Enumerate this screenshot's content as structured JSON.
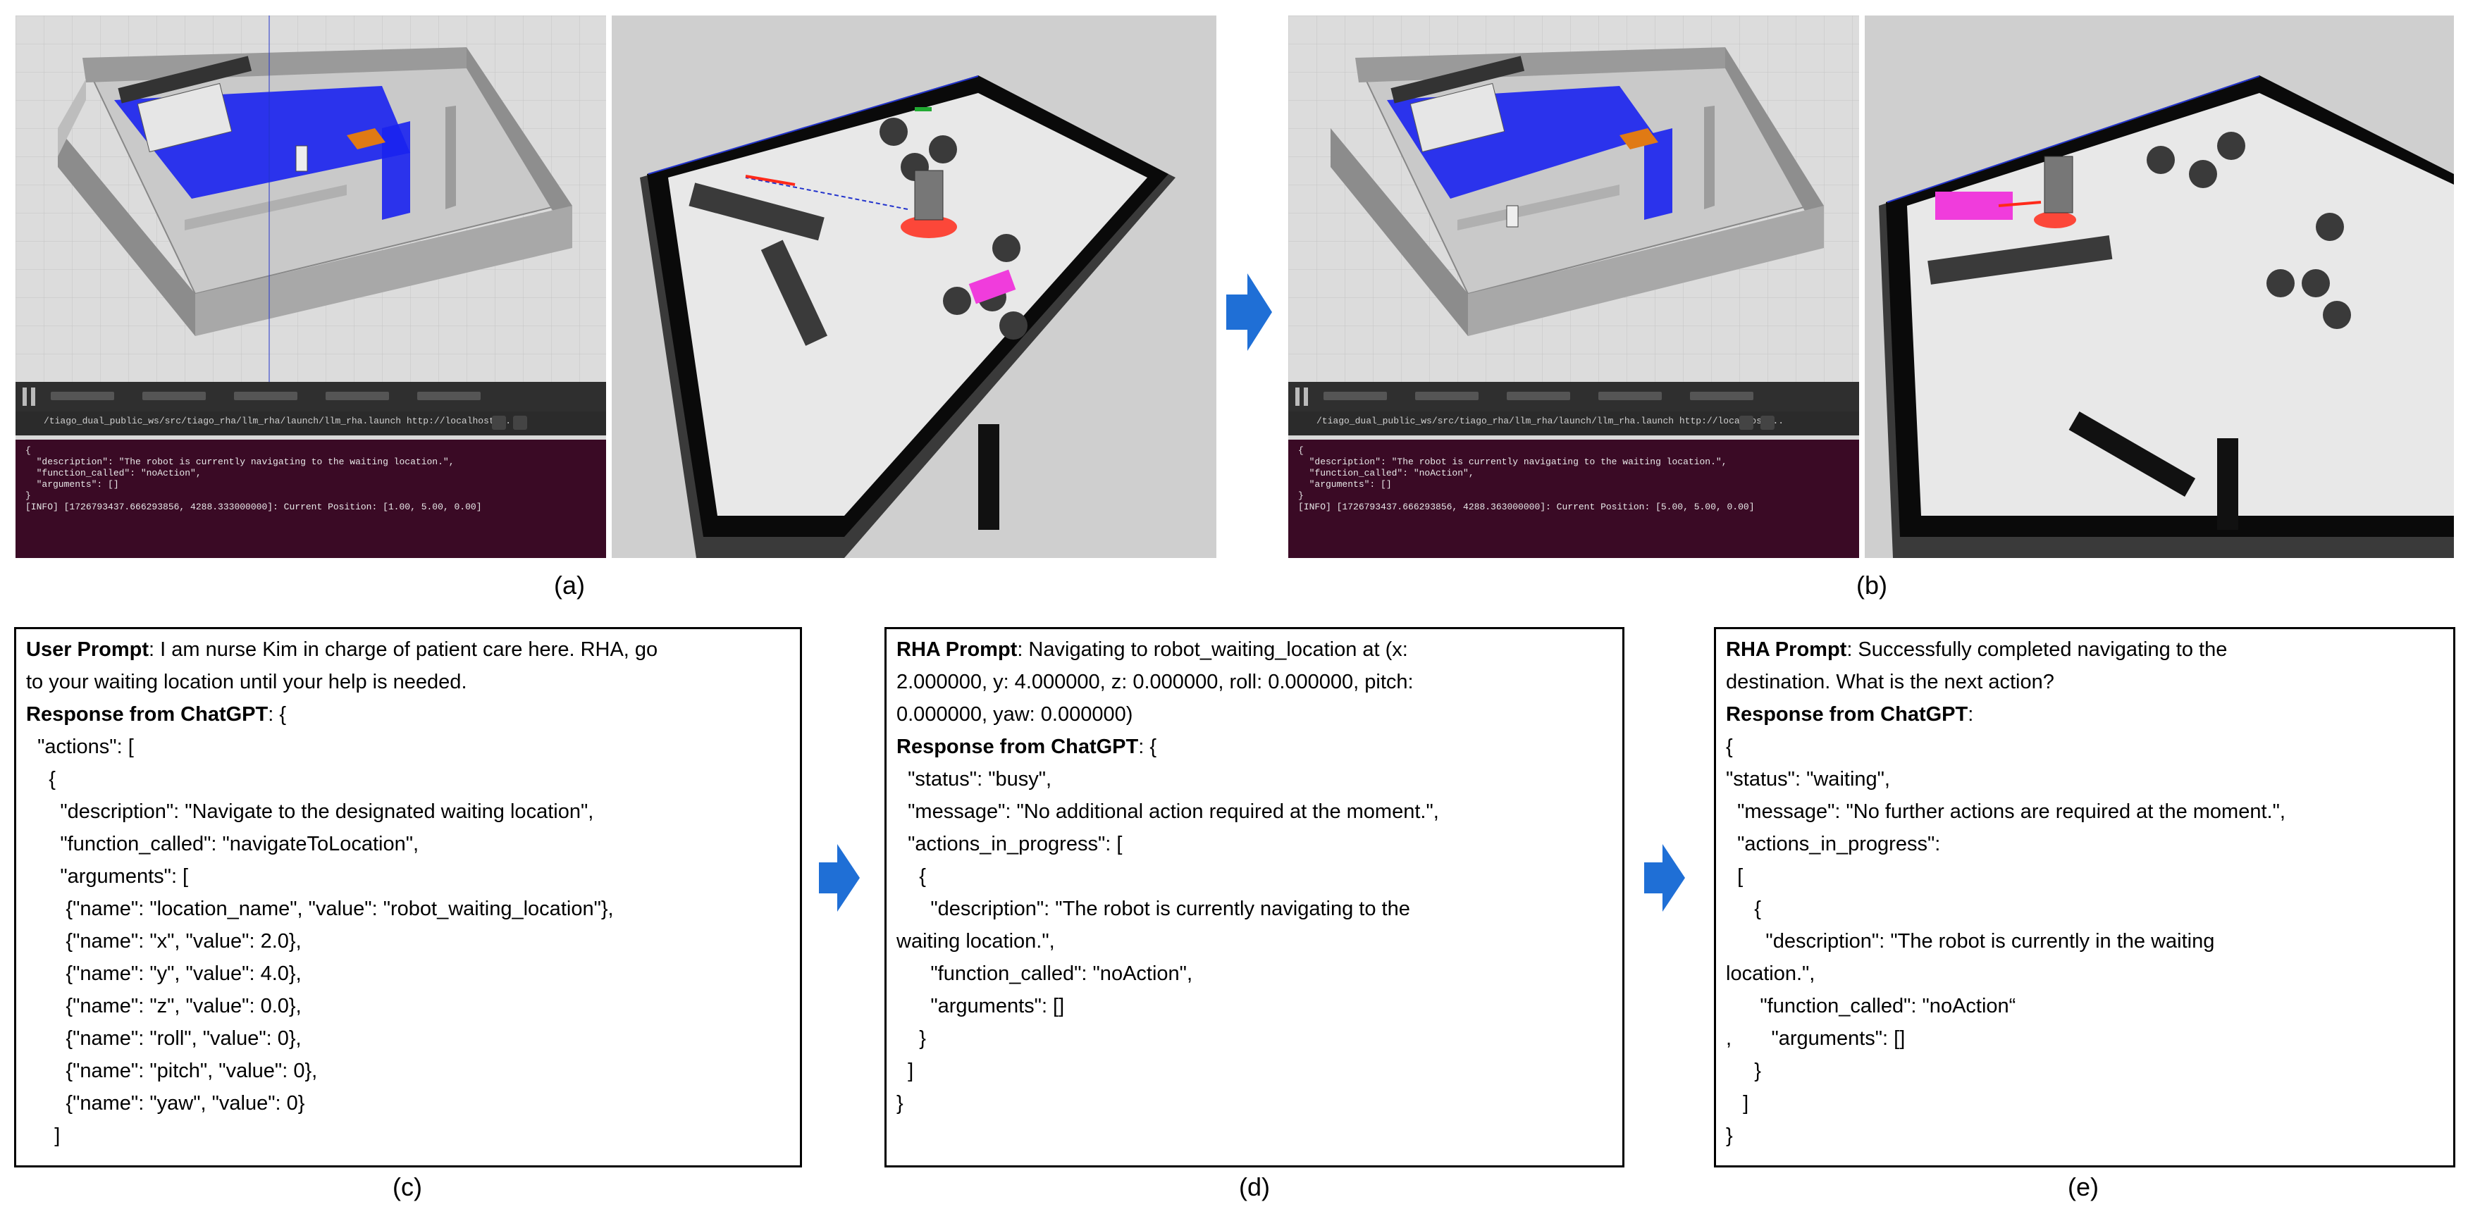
{
  "labels": {
    "a": "(a)",
    "b": "(b)",
    "c": "(c)",
    "d": "(d)",
    "e": "(e)"
  },
  "screenshots": {
    "a": {
      "terminal_path": "/tiago_dual_public_ws/src/tiago_rha/llm_rha/launch/llm_rha.launch http://localhost...",
      "terminal_lines": [
        "{",
        "  \"description\": \"The robot is currently navigating to the waiting location.\",",
        "  \"function_called\": \"noAction\",",
        "  \"arguments\": []",
        "}",
        "",
        "[INFO] [1726793437.666293856, 4288.333000000]: Current Position: [1.00, 5.00, 0.00]"
      ]
    },
    "b": {
      "terminal_path": "/tiago_dual_public_ws/src/tiago_rha/llm_rha/launch/llm_rha.launch http://localhost...",
      "terminal_lines": [
        "{",
        "  \"description\": \"The robot is currently navigating to the waiting location.\",",
        "  \"function_called\": \"noAction\",",
        "  \"arguments\": []",
        "}",
        "",
        "[INFO] [1726793437.666293856, 4288.363000000]: Current Position: [5.00, 5.00, 0.00]"
      ]
    }
  },
  "box_c": {
    "lines": [
      {
        "b": "User Prompt",
        "t": ": I am nurse Kim in charge of patient care here. RHA, go"
      },
      {
        "b": "",
        "t": "to your waiting location until your help is needed."
      },
      {
        "b": "Response from ChatGPT",
        "t": ": {"
      },
      {
        "b": "",
        "t": "  \"actions\": ["
      },
      {
        "b": "",
        "t": "    {"
      },
      {
        "b": "",
        "t": "      \"description\": \"Navigate to the designated waiting location\","
      },
      {
        "b": "",
        "t": "      \"function_called\": \"navigateToLocation\","
      },
      {
        "b": "",
        "t": "      \"arguments\": ["
      },
      {
        "b": "",
        "t": "       {\"name\": \"location_name\", \"value\": \"robot_waiting_location\"},"
      },
      {
        "b": "",
        "t": "       {\"name\": \"x\", \"value\": 2.0},"
      },
      {
        "b": "",
        "t": "       {\"name\": \"y\", \"value\": 4.0},"
      },
      {
        "b": "",
        "t": "       {\"name\": \"z\", \"value\": 0.0},"
      },
      {
        "b": "",
        "t": "       {\"name\": \"roll\", \"value\": 0},"
      },
      {
        "b": "",
        "t": "       {\"name\": \"pitch\", \"value\": 0},"
      },
      {
        "b": "",
        "t": "       {\"name\": \"yaw\", \"value\": 0}"
      },
      {
        "b": "",
        "t": "     ]"
      }
    ]
  },
  "box_d": {
    "lines": [
      {
        "b": "RHA Prompt",
        "t": ": Navigating to robot_waiting_location at (x:"
      },
      {
        "b": "",
        "t": "2.000000, y: 4.000000, z: 0.000000, roll: 0.000000, pitch:"
      },
      {
        "b": "",
        "t": "0.000000, yaw: 0.000000)"
      },
      {
        "b": "Response from ChatGPT",
        "t": ": {"
      },
      {
        "b": "",
        "t": "  \"status\": \"busy\","
      },
      {
        "b": "",
        "t": "  \"message\": \"No additional action required at the moment.\","
      },
      {
        "b": "",
        "t": "  \"actions_in_progress\": ["
      },
      {
        "b": "",
        "t": "    {"
      },
      {
        "b": "",
        "t": "      \"description\": \"The robot is currently navigating to the"
      },
      {
        "b": "",
        "t": "waiting location.\","
      },
      {
        "b": "",
        "t": "      \"function_called\": \"noAction\","
      },
      {
        "b": "",
        "t": "      \"arguments\": []"
      },
      {
        "b": "",
        "t": "    }"
      },
      {
        "b": "",
        "t": "  ]"
      },
      {
        "b": "",
        "t": "}"
      }
    ]
  },
  "box_e": {
    "lines": [
      {
        "b": "RHA Prompt",
        "t": ": Successfully completed navigating to the"
      },
      {
        "b": "",
        "t": "destination. What is the next action?"
      },
      {
        "b": "Response from ChatGPT",
        "t": ":"
      },
      {
        "b": "",
        "t": "{"
      },
      {
        "b": "",
        "t": "\"status\": \"waiting\","
      },
      {
        "b": "",
        "t": "  \"message\": \"No further actions are required at the moment.\","
      },
      {
        "b": "",
        "t": "  \"actions_in_progress\":"
      },
      {
        "b": "",
        "t": "  ["
      },
      {
        "b": "",
        "t": "     {"
      },
      {
        "b": "",
        "t": "       \"description\": \"The robot is currently in the waiting"
      },
      {
        "b": "",
        "t": "location.\","
      },
      {
        "b": "",
        "t": "      \"function_called\": \"noAction“"
      },
      {
        "b": "",
        "t": ",       \"arguments\": []"
      },
      {
        "b": "",
        "t": "     }"
      },
      {
        "b": "",
        "t": "   ]"
      },
      {
        "b": "",
        "t": "}"
      }
    ]
  },
  "colors": {
    "arrow": "#1f6fd6",
    "terminal_bg": "#3a0a25",
    "laser_blue": "#1a22f0",
    "costmap_magenta": "#f03cdc",
    "laser_red": "#ff2a1a"
  }
}
